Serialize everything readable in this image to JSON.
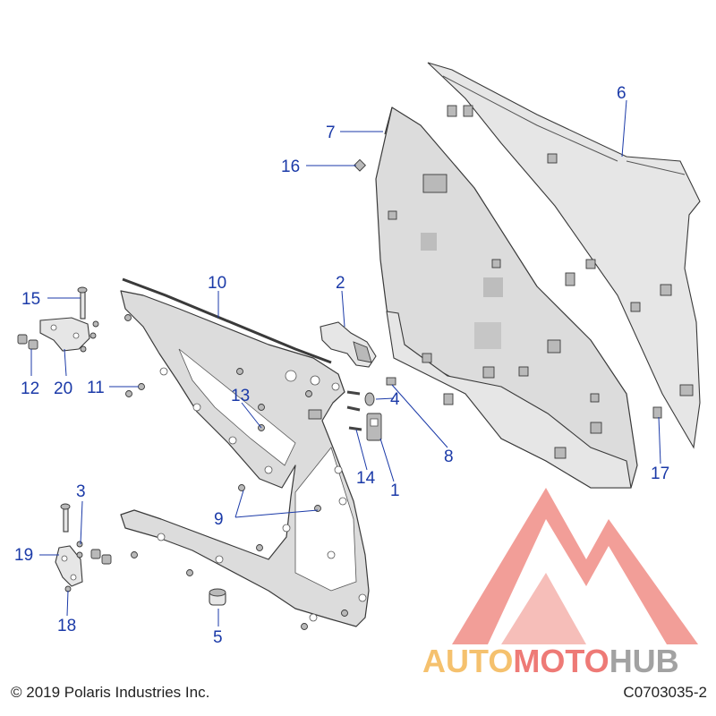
{
  "callouts": {
    "c1": "1",
    "c2": "2",
    "c3": "3",
    "c4": "4",
    "c5": "5",
    "c6": "6",
    "c7": "7",
    "c8": "8",
    "c9": "9",
    "c10": "10",
    "c11": "11",
    "c12": "12",
    "c13": "13",
    "c14": "14",
    "c15": "15",
    "c16": "16",
    "c17": "17",
    "c18": "18",
    "c19": "19",
    "c20": "20"
  },
  "footer": {
    "copyright": "© 2019 Polaris Industries Inc.",
    "drawing_id": "C0703035-2"
  },
  "watermark": {
    "part1": "AUTO",
    "part2": "MOTO",
    "part3": "HUB",
    "color_auto": "#f3b24a",
    "color_moto": "#ea5a55",
    "color_hub": "#8c8c8c"
  }
}
